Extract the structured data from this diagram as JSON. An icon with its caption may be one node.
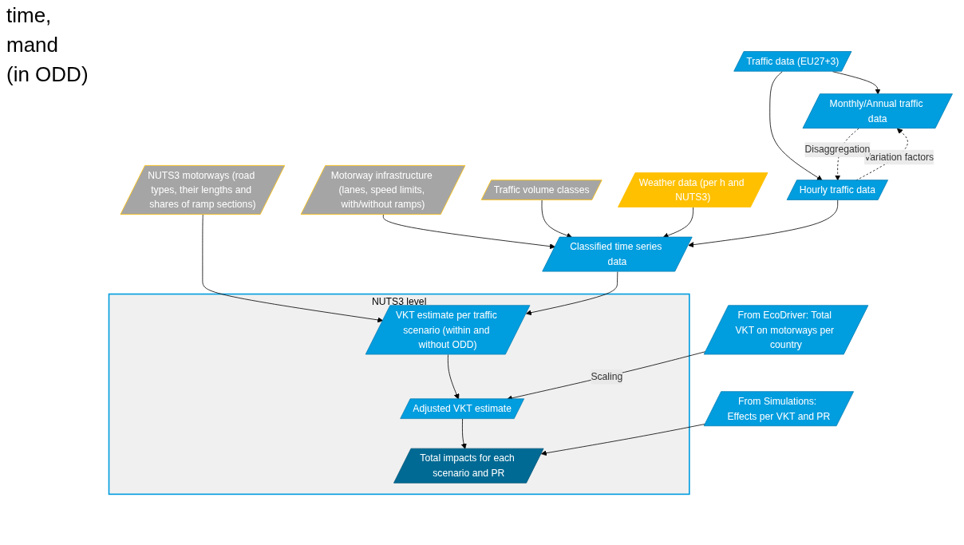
{
  "diagram": {
    "nodes": [
      {
        "text": [
          "Motorway infrastructure (lanes, speed limits, with/without ramps)"
        ]
      },
      {
        "text": [
          "Traffic volume classes"
        ]
      },
      {
        "text": [
          "Weather data (per h and NUTS3)"
        ]
      },
      {
        "text": [
          "NUTS3 motorways (road types, their lengths and shares of ramp sections)"
        ]
      },
      {
        "text": [
          "Traffic data (EU27+3)"
        ]
      },
      {
        "text": [
          "Monthly/Annual traffic data"
        ]
      },
      {
        "text": [
          "Hourly traffic data"
        ]
      },
      {
        "text": [
          "Classified time series data"
        ]
      },
      {
        "text": [
          "NUTS3 level"
        ]
      },
      {
        "text": [
          "VKT estimate per traffic scenario (within and without ODD)"
        ],
        "in": 8
      },
      {
        "text": [
          "Adjusted VKT estimate"
        ],
        "in": 8
      },
      {
        "text": [
          "Total impacts for each scenario and PR"
        ],
        "in": 8
      },
      {
        "text": [
          "From EcoDriver: Total VKT on motorways per country"
        ]
      },
      {
        "text": [
          "From Simulations: Effects per VKT and PR"
        ]
      }
    ],
    "edges": [
      {
        "from": 0,
        "to": 7,
        "arrow": "to"
      },
      {
        "from": 1,
        "to": 7,
        "arrow": "to"
      },
      {
        "from": 2,
        "to": 7,
        "arrow": "to"
      },
      {
        "from": 3,
        "to": 9,
        "arrow": "to"
      },
      {
        "from": 4,
        "to": 5,
        "arrow": "to"
      },
      {
        "from": 4,
        "to": 6,
        "arrow": "to"
      },
      {
        "from": 6,
        "to": 5,
        "arrow": "to",
        "label": "Variation factors",
        "style": "dashed"
      },
      {
        "from": 5,
        "to": 6,
        "arrow": "to",
        "label": "Disaggregation",
        "style": "dashed"
      },
      {
        "from": 6,
        "to": 7,
        "arrow": "to"
      },
      {
        "from": 7,
        "to": 9,
        "arrow": "to"
      },
      {
        "from": 9,
        "to": 10,
        "arrow": "to"
      },
      {
        "from": 12,
        "to": 10,
        "arrow": "to",
        "label": "Scaling"
      },
      {
        "from": 10,
        "to": 11,
        "arrow": "to"
      },
      {
        "from": 13,
        "to": 11,
        "arrow": "to"
      }
    ],
    "labels": [
      "time,",
      "mand",
      "(in ODD)"
    ]
  }
}
